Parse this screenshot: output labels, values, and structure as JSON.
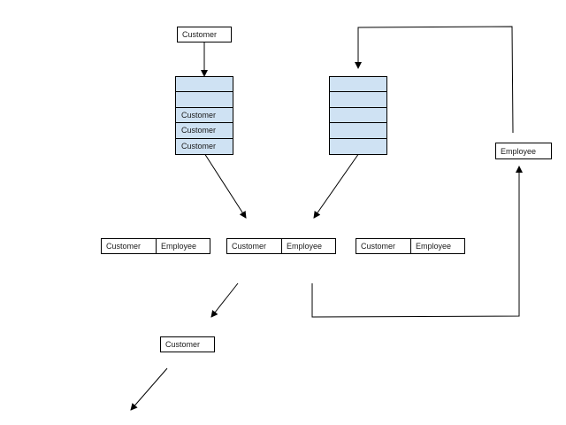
{
  "incoming_customer": "Customer",
  "queue_left": {
    "slots": [
      "",
      "",
      "Customer",
      "Customer",
      "Customer"
    ]
  },
  "queue_right": {
    "slots": [
      "",
      "",
      "",
      "",
      ""
    ]
  },
  "servers": [
    {
      "customer": "Customer",
      "employee": "Employee"
    },
    {
      "customer": "Customer",
      "employee": "Employee"
    },
    {
      "customer": "Customer",
      "employee": "Employee"
    }
  ],
  "released_employee": "Employee",
  "departing_customer": "Customer",
  "colors": {
    "queue_fill": "#cfe2f3",
    "stroke": "#000000"
  }
}
